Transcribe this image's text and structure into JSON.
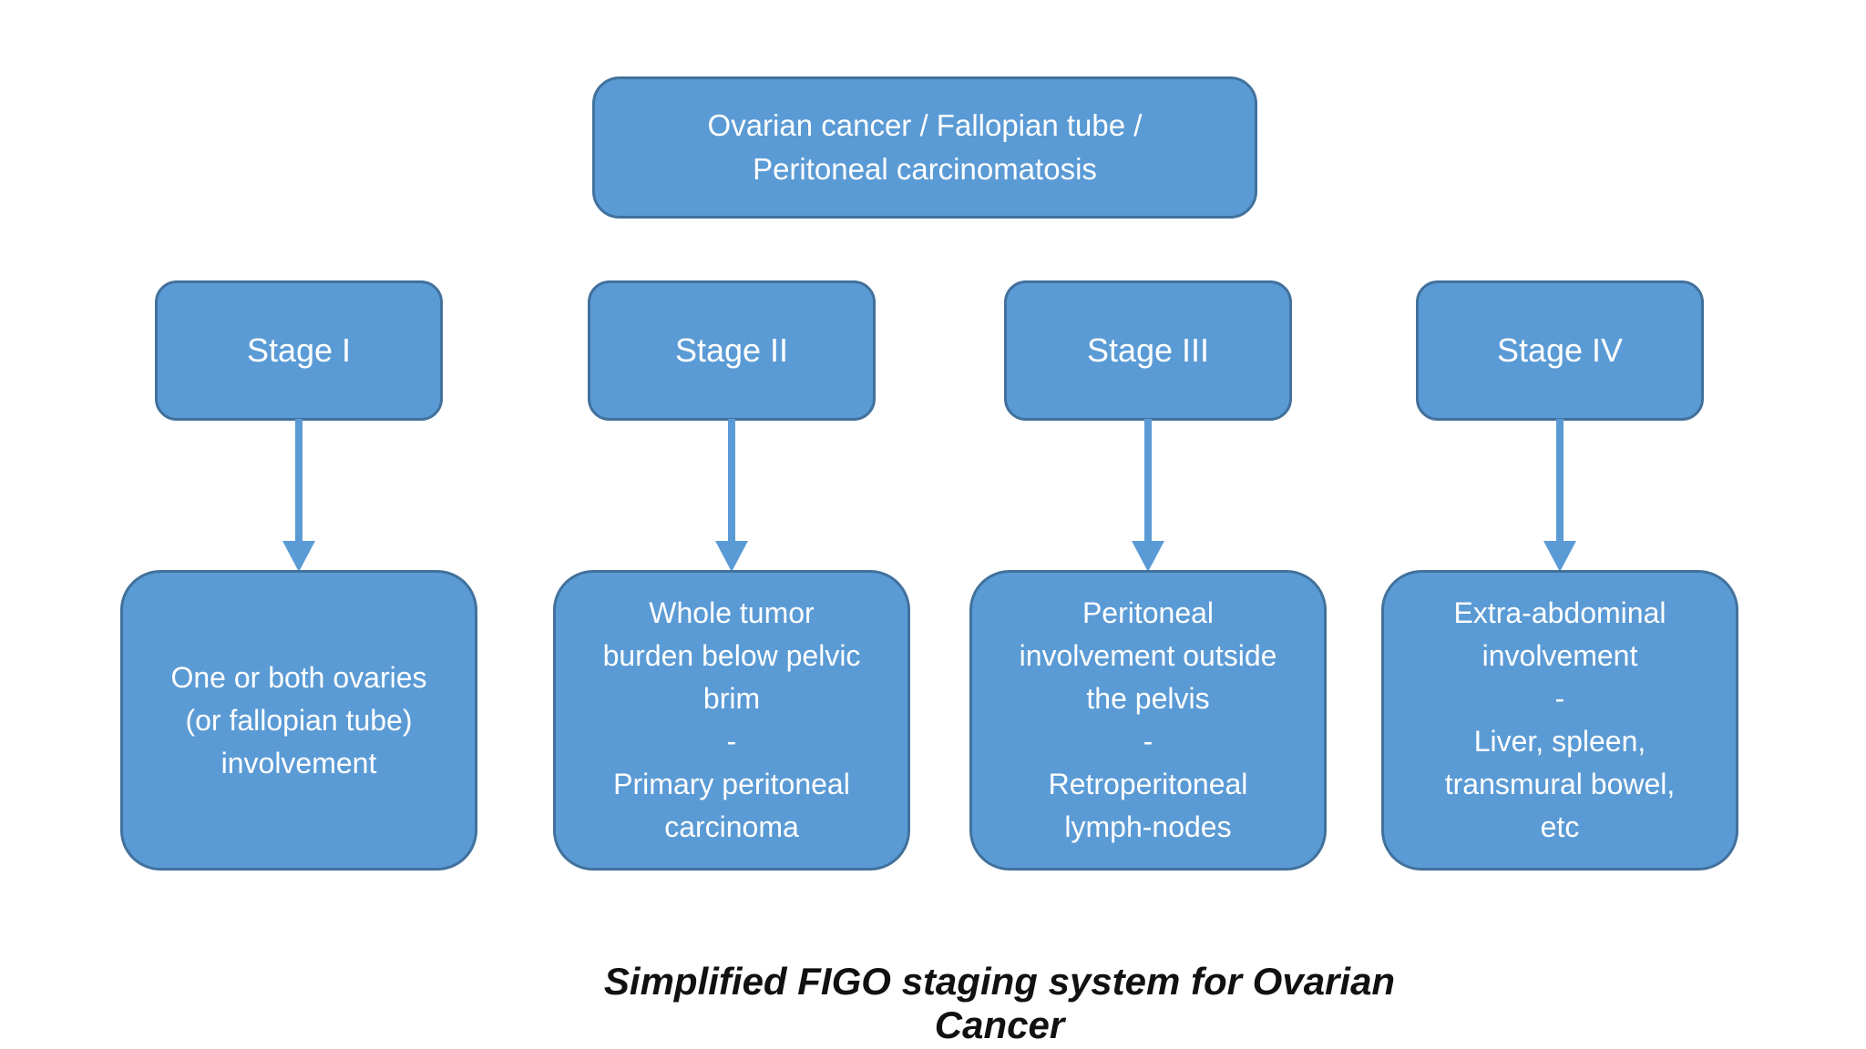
{
  "colors": {
    "background": "#ffffff",
    "node_fill": "#5b9bd5",
    "node_border": "#41719c",
    "node_text": "#ffffff",
    "arrow": "#5b9bd5",
    "caption_text": "#111111"
  },
  "diagram": {
    "root": {
      "label_lines": [
        "Ovarian cancer / Fallopian tube /",
        "Peritoneal carcinomatosis"
      ]
    },
    "stages": [
      {
        "label": "Stage I",
        "description_lines": [
          "One or both ovaries",
          "(or fallopian tube)",
          "involvement"
        ]
      },
      {
        "label": "Stage II",
        "description_lines": [
          "Whole tumor",
          "burden below pelvic",
          "brim",
          "-",
          "Primary peritoneal",
          "carcinoma"
        ]
      },
      {
        "label": "Stage III",
        "description_lines": [
          "Peritoneal",
          "involvement outside",
          "the pelvis",
          "-",
          "Retroperitoneal",
          "lymph-nodes"
        ]
      },
      {
        "label": "Stage IV",
        "description_lines": [
          "Extra-abdominal",
          "involvement",
          "-",
          "Liver, spleen,",
          "transmural bowel,",
          "etc"
        ]
      }
    ],
    "caption": "Simplified FIGO staging system for Ovarian Cancer"
  }
}
